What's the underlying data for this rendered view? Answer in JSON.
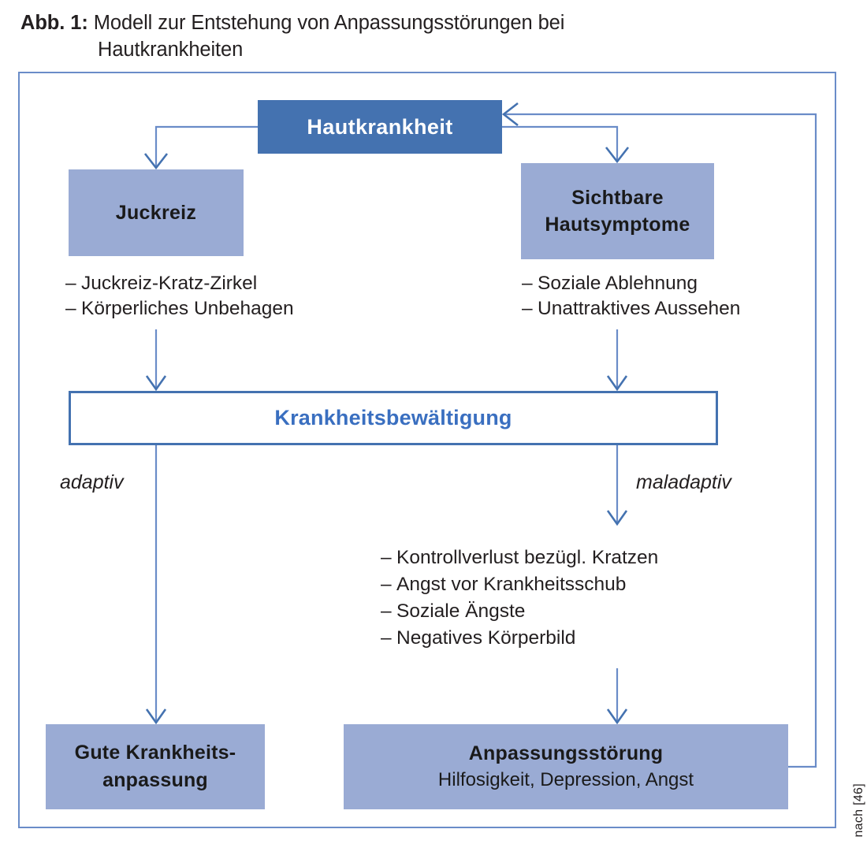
{
  "caption": {
    "label": "Abb. 1:",
    "line1": "Modell zur Entstehung von Anpassungsstörungen bei",
    "line2": "Hautkrankheiten"
  },
  "colors": {
    "primary_box": "#4472b0",
    "secondary_box": "#9aabd4",
    "frame_border": "#6a8cc8",
    "outline_text": "#3a6fc0",
    "connector": "#6a8cc8",
    "text": "#231f20",
    "background": "#ffffff"
  },
  "nodes": {
    "hautkrankheit": {
      "label": "Hautkrankheit"
    },
    "juckreiz": {
      "label": "Juckreiz"
    },
    "sichtbare_hautsymptome": {
      "line1": "Sichtbare",
      "line2": "Hautsymptome"
    },
    "krankheitsbewaeltigung": {
      "label": "Krankheitsbewältigung"
    },
    "gute_anpassung": {
      "line1": "Gute Krankheits-",
      "line2": "anpassung"
    },
    "anpassungsstoerung": {
      "title": "Anpassungsstörung",
      "subtitle": "Hilfosigkeit, Depression, Angst"
    }
  },
  "bullets": {
    "juckreiz": [
      "Juckreiz-Kratz-Zirkel",
      "Körperliches Unbehagen"
    ],
    "sichtbare_hautsymptome": [
      "Soziale Ablehnung",
      "Unattraktives Aussehen"
    ],
    "maladaptiv": [
      "Kontrollverlust bezügl. Kratzen",
      "Angst vor Krankheitsschub",
      "Soziale Ängste",
      "Negatives Körperbild"
    ],
    "marker": "–"
  },
  "branch_labels": {
    "adaptiv": "adaptiv",
    "maladaptiv": "maladaptiv"
  },
  "source_credit": "nach [46]"
}
